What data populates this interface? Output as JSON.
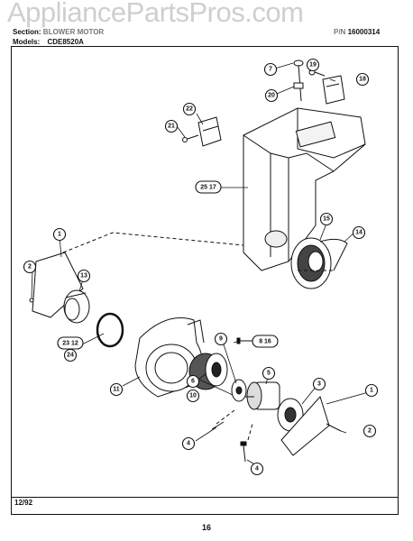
{
  "watermark": "AppliancePartsPros.com",
  "header": {
    "section_prefix": "Section:",
    "section_value": "BLOWER MOTOR",
    "pn_prefix": "P/N",
    "pn_value": "16000314",
    "models_label": "Models:",
    "models_value": "CDE8520A"
  },
  "footer": {
    "date": "12/92",
    "page_number": "16"
  },
  "callouts": {
    "c1a": "1",
    "c1b": "1",
    "c2a": "2",
    "c2b": "2",
    "c3": "3",
    "c4a": "4",
    "c4b": "4",
    "c5": "5",
    "c6": "6",
    "c7": "7",
    "c8_16": "8 16",
    "c9": "9",
    "c10": "10",
    "c11": "11",
    "c13": "13",
    "c14": "14",
    "c15": "15",
    "c18": "18",
    "c19": "19",
    "c20": "20",
    "c21": "21",
    "c22": "22",
    "c23_12": "23 12",
    "c24": "24",
    "c25_17": "25 17"
  }
}
